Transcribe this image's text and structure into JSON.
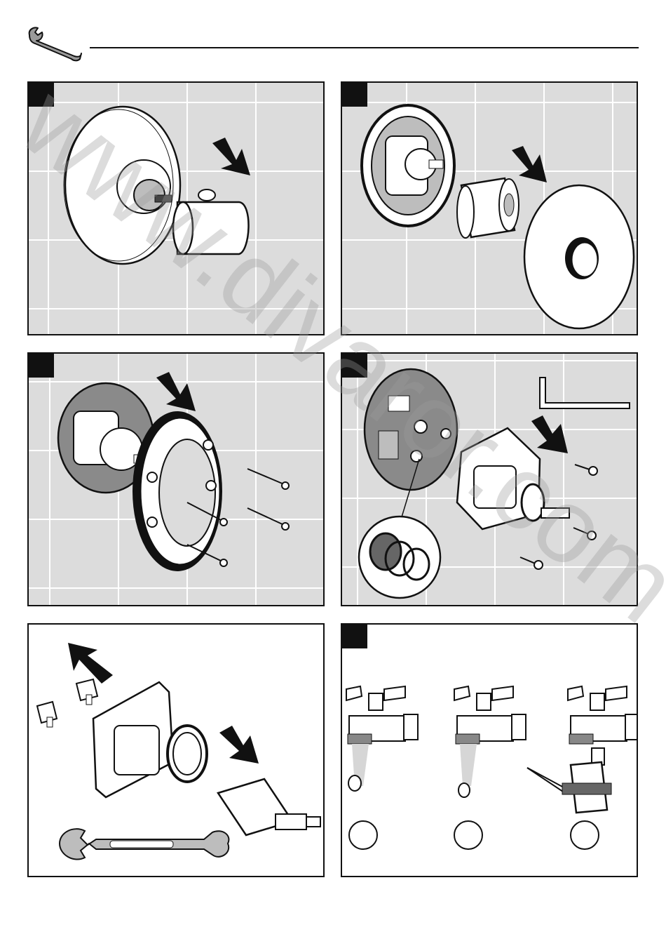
{
  "page": {
    "header": {
      "icon": "wrench-icon"
    },
    "watermark_text": "www.divaror.com",
    "colors": {
      "tile": "#dcdcdc",
      "grout": "#ffffff",
      "line": "#111111",
      "part": "#ffffff",
      "shade": "#bdbdbd"
    },
    "panels": [
      {
        "name": "step-remove-handle",
        "icons": [
          "escutcheon-plate-icon",
          "handle-icon",
          "direction-arrow-icon"
        ]
      },
      {
        "name": "step-remove-escutcheon",
        "icons": [
          "valve-body-icon",
          "sleeve-icon",
          "escutcheon-plate-icon",
          "direction-arrow-icon"
        ]
      },
      {
        "name": "step-remove-mounting-ring",
        "icons": [
          "mounting-plate-icon",
          "ring-icon",
          "screw-icon",
          "direction-arrow-icon"
        ]
      },
      {
        "name": "step-remove-valve-body",
        "icons": [
          "backplate-icon",
          "valve-body-icon",
          "allen-key-icon",
          "screw-icon",
          "filter-screen-icon",
          "direction-arrow-icon"
        ]
      },
      {
        "name": "step-remove-cartridge",
        "icons": [
          "check-valve-icon",
          "valve-body-icon",
          "cartridge-icon",
          "spanner-icon",
          "direction-arrow-icon"
        ]
      },
      {
        "name": "step-flush-parts",
        "icons": [
          "faucet-icon",
          "filter-screen-icon",
          "cartridge-icon",
          "check-circle-icon"
        ]
      }
    ]
  }
}
